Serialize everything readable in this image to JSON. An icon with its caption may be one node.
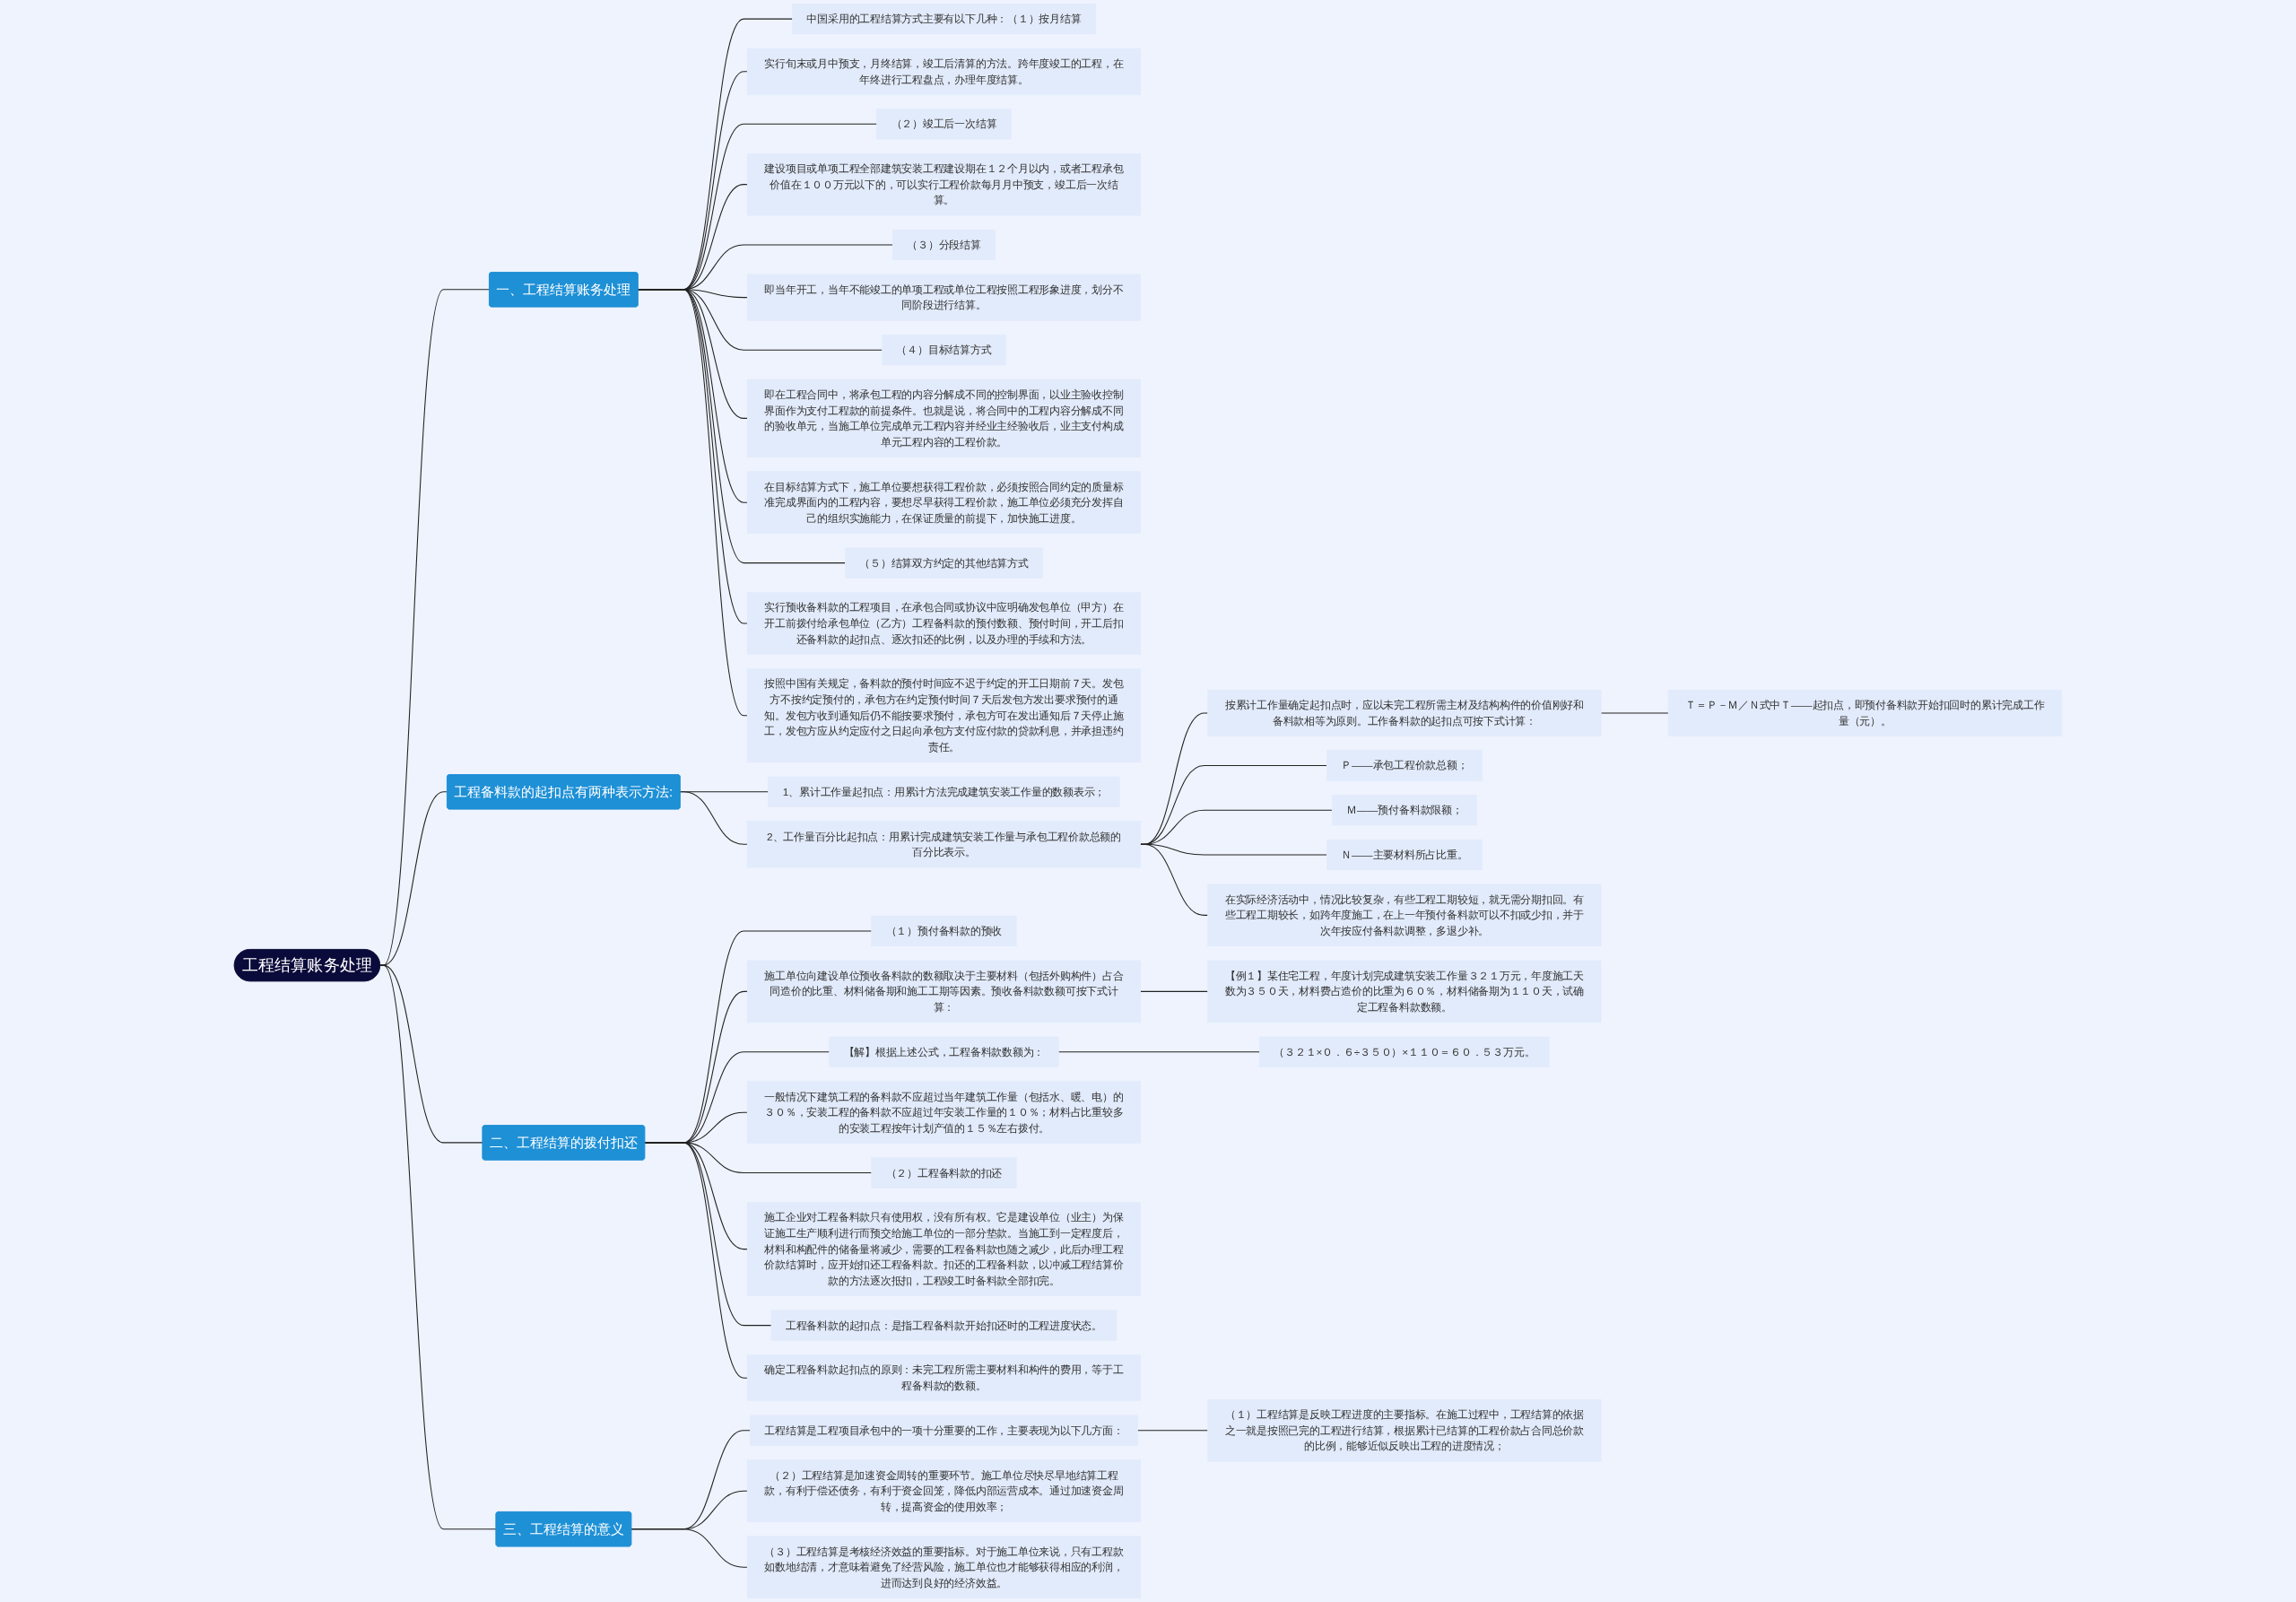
{
  "diagram": {
    "nodes": [
      {
        "text": [
          "工程结算账务处理"
        ]
      },
      {
        "text": [
          "一、工程结算账务处理"
        ]
      },
      {
        "text": [
          "中国采用的工程结算方式主要有以下几种：（１）按月结算"
        ]
      },
      {
        "text": [
          "实行旬末或月中预支，月终结算，竣工后清算的方法。跨年度竣工的工程，在年终进行工程盘点，办理年度结算。"
        ]
      },
      {
        "text": [
          "（２）竣工后一次结算"
        ]
      },
      {
        "text": [
          "建设项目或单项工程全部建筑安装工程建设期在１２个月以内，或者工程承包价值在１００万元以下的，可以实行工程价款每月月中预支，竣工后一次结算。"
        ]
      },
      {
        "text": [
          "（３）分段结算"
        ]
      },
      {
        "text": [
          "即当年开工，当年不能竣工的单项工程或单位工程按照工程形象进度，划分不同阶段进行结算。"
        ]
      },
      {
        "text": [
          "（４）目标结算方式"
        ]
      },
      {
        "text": [
          "即在工程合同中，将承包工程的内容分解成不同的控制界面，以业主验收控制界面作为支付工程款的前提条件。也就是说，将合同中的工程内容分解成不同的验收单元，当施工单位完成单元工程内容并经业主经验收后，业主支付构成单元工程内容的工程价款。"
        ]
      },
      {
        "text": [
          "在目标结算方式下，施工单位要想获得工程价款，必须按照合同约定的质量标准完成界面内的工程内容，要想尽早获得工程价款，施工单位必须充分发挥自己的组织实施能力，在保证质量的前提下，加快施工进度。"
        ]
      },
      {
        "text": [
          "（５）结算双方约定的其他结算方式"
        ]
      },
      {
        "text": [
          "实行预收备料款的工程项目，在承包合同或协议中应明确发包单位（甲方）在开工前拨付给承包单位（乙方）工程备料款的预付数额、预付时间，开工后扣还备料款的起扣点、逐次扣还的比例，以及办理的手续和方法。"
        ]
      },
      {
        "text": [
          "按照中国有关规定，备料款的预付时间应不迟于约定的开工日期前７天。发包方不按约定预付的，承包方在约定预付时间７天后发包方发出要求预付的通知。发包方收到通知后仍不能按要求预付，承包方可在发出通知后７天停止施工，发包方应从约定应付之日起向承包方支付应付款的贷款利息，并承担违约责任。"
        ]
      },
      {
        "text": [
          "工程备料款的起扣点有两种表示方法:"
        ]
      },
      {
        "text": [
          "1、累计工作量起扣点：用累计方法完成建筑安装工作量的数额表示；"
        ]
      },
      {
        "text": [
          "2、工作量百分比起扣点：用累计完成建筑安装工作量与承包工程价款总额的百分比表示。"
        ]
      },
      {
        "text": [
          "按累计工作量确定起扣点时，应以未完工程所需主材及结构构件的价值刚好和备料款相等为原则。工作备料款的起扣点可按下式计算："
        ]
      },
      {
        "text": [
          "Ｔ＝Ｐ－Ｍ／Ｎ式中Ｔ——起扣点，即预付备料款开始扣回时的累计完成工作量（元）。"
        ]
      },
      {
        "text": [
          "Ｐ——承包工程价款总额；"
        ]
      },
      {
        "text": [
          "Ｍ——预付备料款限额；"
        ]
      },
      {
        "text": [
          "Ｎ——主要材料所占比重。"
        ]
      },
      {
        "text": [
          "在实际经济活动中，情况比较复杂，有些工程工期较短，就无需分期扣回。有些工程工期较长，如跨年度施工，在上一年预付备料款可以不扣或少扣，并于次年按应付备料款调整，多退少补。"
        ]
      },
      {
        "text": [
          "二、工程结算的拨付扣还"
        ]
      },
      {
        "text": [
          "（１）预付备料款的预收"
        ]
      },
      {
        "text": [
          "施工单位向建设单位预收备料款的数额取决于主要材料（包括外购构件）占合同造价的比重、材料储备期和施工工期等因素。预收备料款数额可按下式计算："
        ]
      },
      {
        "text": [
          "【例１】某住宅工程，年度计划完成建筑安装工作量３２１万元，年度施工天数为３５０天，材料费占造价的比重为６０％，材料储备期为１１０天，试确定工程备料款数额。"
        ]
      },
      {
        "text": [
          "【解】根据上述公式，工程备料款数额为："
        ]
      },
      {
        "text": [
          "（３２１×０．６÷３５０）×１１０＝６０．５３万元。"
        ]
      },
      {
        "text": [
          "一般情况下建筑工程的备料款不应超过当年建筑工作量（包括水、暖、电）的３０％，安装工程的备料款不应超过年安装工作量的１０％；材料占比重较多的安装工程按年计划产值的１５％左右拨付。"
        ]
      },
      {
        "text": [
          "（２）工程备料款的扣还"
        ]
      },
      {
        "text": [
          "施工企业对工程备料款只有使用权，没有所有权。它是建设单位（业主）为保证施工生产顺利进行而预交给施工单位的一部分垫款。当施工到一定程度后，材料和构配件的储备量将减少，需要的工程备料款也随之减少，此后办理工程价款结算时，应开始扣还工程备料款。扣还的工程备料款，以冲减工程结算价款的方法逐次抵扣，工程竣工时备料款全部扣完。"
        ]
      },
      {
        "text": [
          "工程备料款的起扣点：是指工程备料款开始扣还时的工程进度状态。"
        ]
      },
      {
        "text": [
          "确定工程备料款起扣点的原则：未完工程所需主要材料和构件的费用，等于工程备料款的数额。"
        ]
      },
      {
        "text": [
          "三、工程结算的意义"
        ]
      },
      {
        "text": [
          "工程结算是工程项目承包中的一项十分重要的工作，主要表现为以下几方面："
        ]
      },
      {
        "text": [
          "（１）工程结算是反映工程进度的主要指标。在施工过程中，工程结算的依据之一就是按照已完的工程进行结算，根据累计已结算的工程价款占合同总价款的比例，能够近似反映出工程的进度情况；"
        ]
      },
      {
        "text": [
          "（２）工程结算是加速资金周转的重要环节。施工单位尽快尽早地结算工程款，有利于偿还债务，有利于资金回笼，降低内部运营成本。通过加速资金周转，提高资金的使用效率；"
        ]
      },
      {
        "text": [
          "（３）工程结算是考核经济效益的重要指标。对于施工单位来说，只有工程款如数地结清，才意味着避免了经营风险，施工单位也才能够获得相应的利润，进而达到良好的经济效益。"
        ]
      }
    ],
    "edges": [
      {
        "from": 0,
        "to": 1,
        "arrow": "none"
      },
      {
        "from": 1,
        "to": 2,
        "arrow": "none"
      },
      {
        "from": 1,
        "to": 3,
        "arrow": "none"
      },
      {
        "from": 1,
        "to": 4,
        "arrow": "none"
      },
      {
        "from": 1,
        "to": 5,
        "arrow": "none"
      },
      {
        "from": 1,
        "to": 6,
        "arrow": "none"
      },
      {
        "from": 1,
        "to": 7,
        "arrow": "none"
      },
      {
        "from": 1,
        "to": 8,
        "arrow": "none"
      },
      {
        "from": 1,
        "to": 9,
        "arrow": "none"
      },
      {
        "from": 1,
        "to": 10,
        "arrow": "none"
      },
      {
        "from": 1,
        "to": 11,
        "arrow": "none"
      },
      {
        "from": 1,
        "to": 12,
        "arrow": "none"
      },
      {
        "from": 1,
        "to": 13,
        "arrow": "none"
      },
      {
        "from": 0,
        "to": 14,
        "arrow": "none"
      },
      {
        "from": 14,
        "to": 15,
        "arrow": "none"
      },
      {
        "from": 14,
        "to": 16,
        "arrow": "none"
      },
      {
        "from": 16,
        "to": 17,
        "arrow": "none"
      },
      {
        "from": 17,
        "to": 18,
        "arrow": "none"
      },
      {
        "from": 16,
        "to": 19,
        "arrow": "none"
      },
      {
        "from": 16,
        "to": 20,
        "arrow": "none"
      },
      {
        "from": 16,
        "to": 21,
        "arrow": "none"
      },
      {
        "from": 16,
        "to": 22,
        "arrow": "none"
      },
      {
        "from": 0,
        "to": 23,
        "arrow": "none"
      },
      {
        "from": 23,
        "to": 24,
        "arrow": "none"
      },
      {
        "from": 23,
        "to": 25,
        "arrow": "none"
      },
      {
        "from": 25,
        "to": 26,
        "arrow": "none"
      },
      {
        "from": 23,
        "to": 27,
        "arrow": "none"
      },
      {
        "from": 27,
        "to": 28,
        "arrow": "none"
      },
      {
        "from": 23,
        "to": 29,
        "arrow": "none"
      },
      {
        "from": 23,
        "to": 30,
        "arrow": "none"
      },
      {
        "from": 23,
        "to": 31,
        "arrow": "none"
      },
      {
        "from": 23,
        "to": 32,
        "arrow": "none"
      },
      {
        "from": 23,
        "to": 33,
        "arrow": "none"
      },
      {
        "from": 0,
        "to": 34,
        "arrow": "none"
      },
      {
        "from": 34,
        "to": 35,
        "arrow": "none"
      },
      {
        "from": 35,
        "to": 36,
        "arrow": "none"
      },
      {
        "from": 34,
        "to": 37,
        "arrow": "none"
      },
      {
        "from": 34,
        "to": 38,
        "arrow": "none"
      }
    ]
  }
}
